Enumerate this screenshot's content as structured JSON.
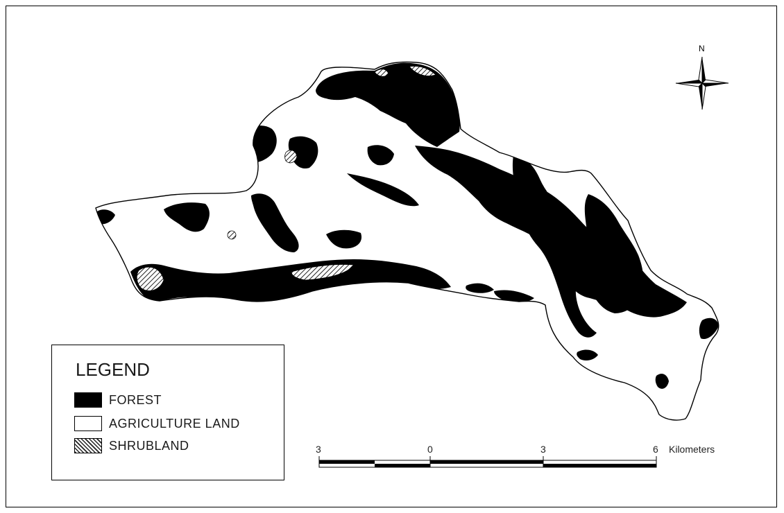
{
  "legend": {
    "title": "LEGEND",
    "items": [
      {
        "label": "FOREST",
        "class": "forest"
      },
      {
        "label": "AGRICULTURE LAND",
        "class": "agri"
      },
      {
        "label": "SHRUBLAND",
        "class": "shrub"
      }
    ]
  },
  "scale": {
    "ticks": [
      "3",
      "0",
      "3",
      "6"
    ],
    "units": "Kilometers"
  },
  "north": {
    "label": "N"
  },
  "colors": {
    "forest": "#000000",
    "agriculture": "#ffffff",
    "shrubland_hatch": "#222222",
    "outline": "#000000"
  }
}
